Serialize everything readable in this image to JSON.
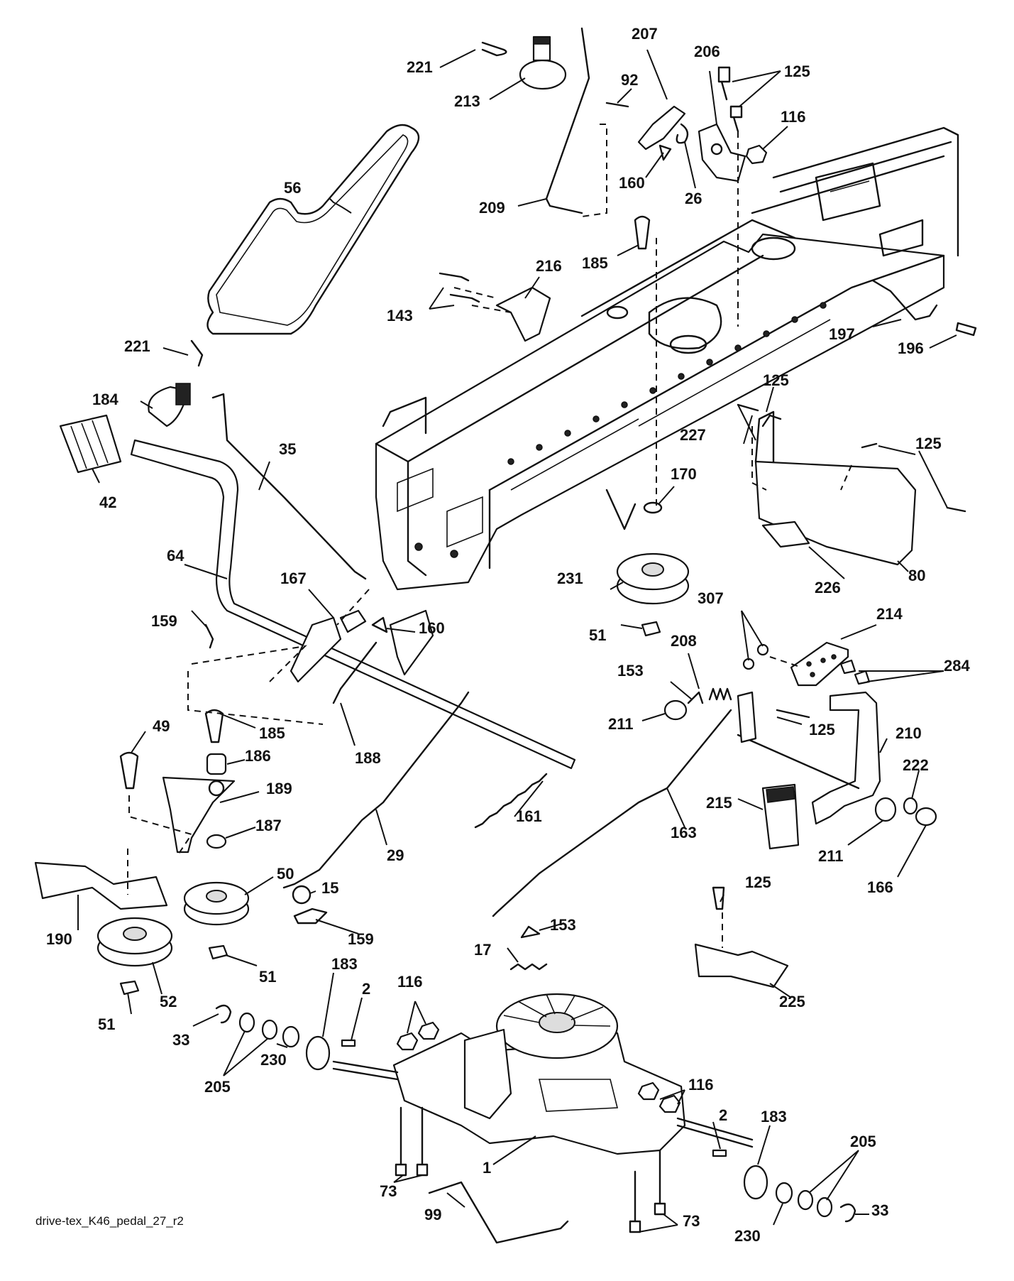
{
  "caption": "drive-tex_K46_pedal_27_r2",
  "colors": {
    "ink": "#111111",
    "background": "#ffffff"
  },
  "callouts": [
    {
      "text": "221"
    },
    {
      "text": "213"
    },
    {
      "text": "207"
    },
    {
      "text": "206"
    },
    {
      "text": "125"
    },
    {
      "text": "92"
    },
    {
      "text": "116"
    },
    {
      "text": "56"
    },
    {
      "text": "160"
    },
    {
      "text": "26"
    },
    {
      "text": "209"
    },
    {
      "text": "185"
    },
    {
      "text": "216"
    },
    {
      "text": "143"
    },
    {
      "text": "197"
    },
    {
      "text": "196"
    },
    {
      "text": "221"
    },
    {
      "text": "184"
    },
    {
      "text": "125"
    },
    {
      "text": "35"
    },
    {
      "text": "227"
    },
    {
      "text": "125"
    },
    {
      "text": "42"
    },
    {
      "text": "170"
    },
    {
      "text": "64"
    },
    {
      "text": "167"
    },
    {
      "text": "231"
    },
    {
      "text": "226"
    },
    {
      "text": "80"
    },
    {
      "text": "159"
    },
    {
      "text": "160"
    },
    {
      "text": "51"
    },
    {
      "text": "307"
    },
    {
      "text": "214"
    },
    {
      "text": "208"
    },
    {
      "text": "153"
    },
    {
      "text": "284"
    },
    {
      "text": "49"
    },
    {
      "text": "185"
    },
    {
      "text": "211"
    },
    {
      "text": "125"
    },
    {
      "text": "210"
    },
    {
      "text": "186"
    },
    {
      "text": "188"
    },
    {
      "text": "222"
    },
    {
      "text": "189"
    },
    {
      "text": "161"
    },
    {
      "text": "215"
    },
    {
      "text": "163"
    },
    {
      "text": "187"
    },
    {
      "text": "29"
    },
    {
      "text": "211"
    },
    {
      "text": "166"
    },
    {
      "text": "50"
    },
    {
      "text": "15"
    },
    {
      "text": "125"
    },
    {
      "text": "190"
    },
    {
      "text": "159"
    },
    {
      "text": "153"
    },
    {
      "text": "17"
    },
    {
      "text": "51"
    },
    {
      "text": "183"
    },
    {
      "text": "116"
    },
    {
      "text": "225"
    },
    {
      "text": "52"
    },
    {
      "text": "2"
    },
    {
      "text": "51"
    },
    {
      "text": "33"
    },
    {
      "text": "230"
    },
    {
      "text": "205"
    },
    {
      "text": "116"
    },
    {
      "text": "2"
    },
    {
      "text": "183"
    },
    {
      "text": "205"
    },
    {
      "text": "1"
    },
    {
      "text": "73"
    },
    {
      "text": "33"
    },
    {
      "text": "99"
    },
    {
      "text": "230"
    },
    {
      "text": "73"
    }
  ]
}
